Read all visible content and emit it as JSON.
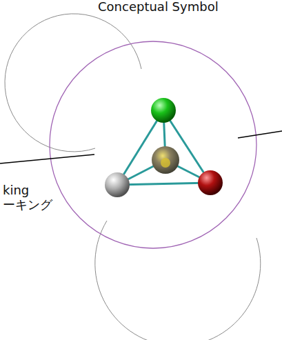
{
  "diagram": {
    "labels": [
      "Conceptual Symbol",
      "king",
      "ーキング"
    ]
  }
}
